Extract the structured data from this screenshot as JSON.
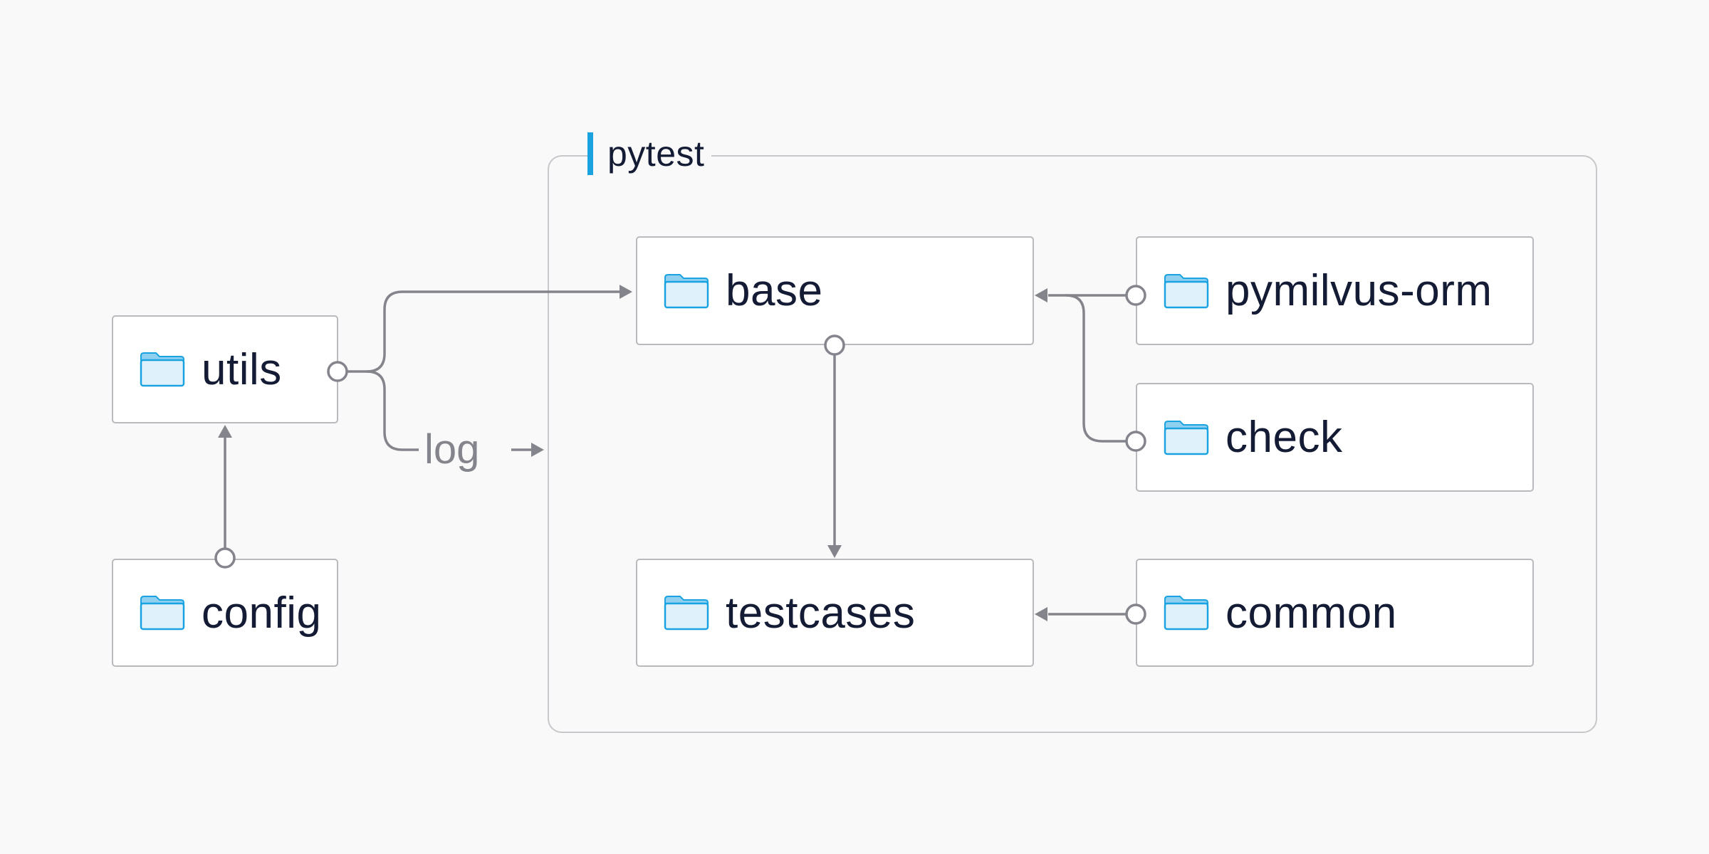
{
  "group": {
    "label": "pytest",
    "accent_color": "#1aa3e0"
  },
  "nodes": {
    "utils": {
      "label": "utils",
      "icon": "folder-icon"
    },
    "config": {
      "label": "config",
      "icon": "folder-icon"
    },
    "base": {
      "label": "base",
      "icon": "folder-icon"
    },
    "testcases": {
      "label": "testcases",
      "icon": "folder-icon"
    },
    "pymilvus_orm": {
      "label": "pymilvus-orm",
      "icon": "folder-icon"
    },
    "check": {
      "label": "check",
      "icon": "folder-icon"
    },
    "common": {
      "label": "common",
      "icon": "folder-icon"
    }
  },
  "edges": [
    {
      "from": "utils",
      "to": "base",
      "label": ""
    },
    {
      "from": "utils",
      "to": "pytest",
      "label": "log"
    },
    {
      "from": "config",
      "to": "utils",
      "label": ""
    },
    {
      "from": "base",
      "to": "testcases",
      "label": ""
    },
    {
      "from": "pymilvus-orm",
      "to": "base",
      "label": ""
    },
    {
      "from": "check",
      "to": "base",
      "label": ""
    },
    {
      "from": "common",
      "to": "testcases",
      "label": ""
    }
  ],
  "colors": {
    "line": "#84848c",
    "text": "#141b34",
    "border": "#b9b9be",
    "folder": "#1aa3e0"
  }
}
